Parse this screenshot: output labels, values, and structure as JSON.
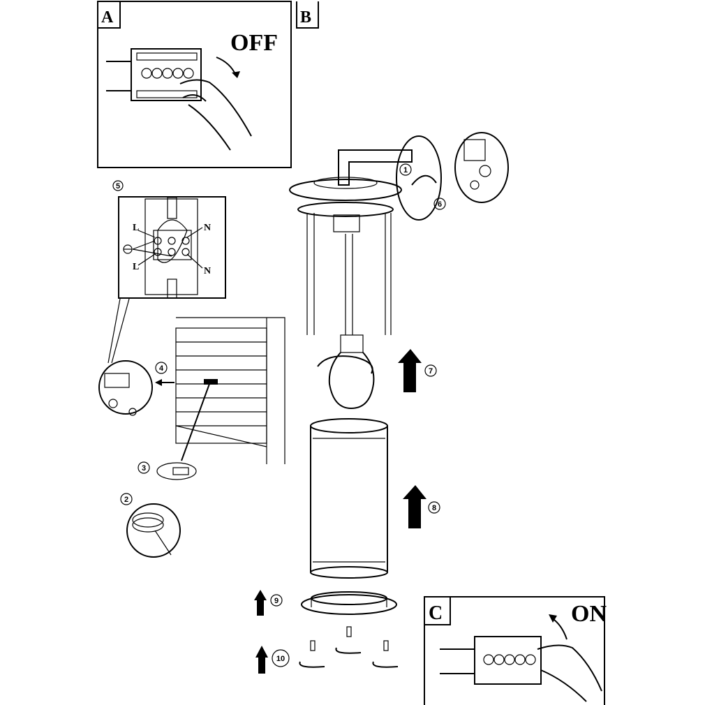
{
  "panels": {
    "a": "A",
    "b": "B",
    "c": "C"
  },
  "switch_off": "OFF",
  "switch_on": "ON",
  "wiring": {
    "live_top": "L",
    "neutral_top": "N",
    "live_bottom": "L",
    "neutral_bottom": "N"
  },
  "steps": [
    "1",
    "2",
    "3",
    "4",
    "5",
    "6",
    "7",
    "8",
    "9",
    "10"
  ]
}
